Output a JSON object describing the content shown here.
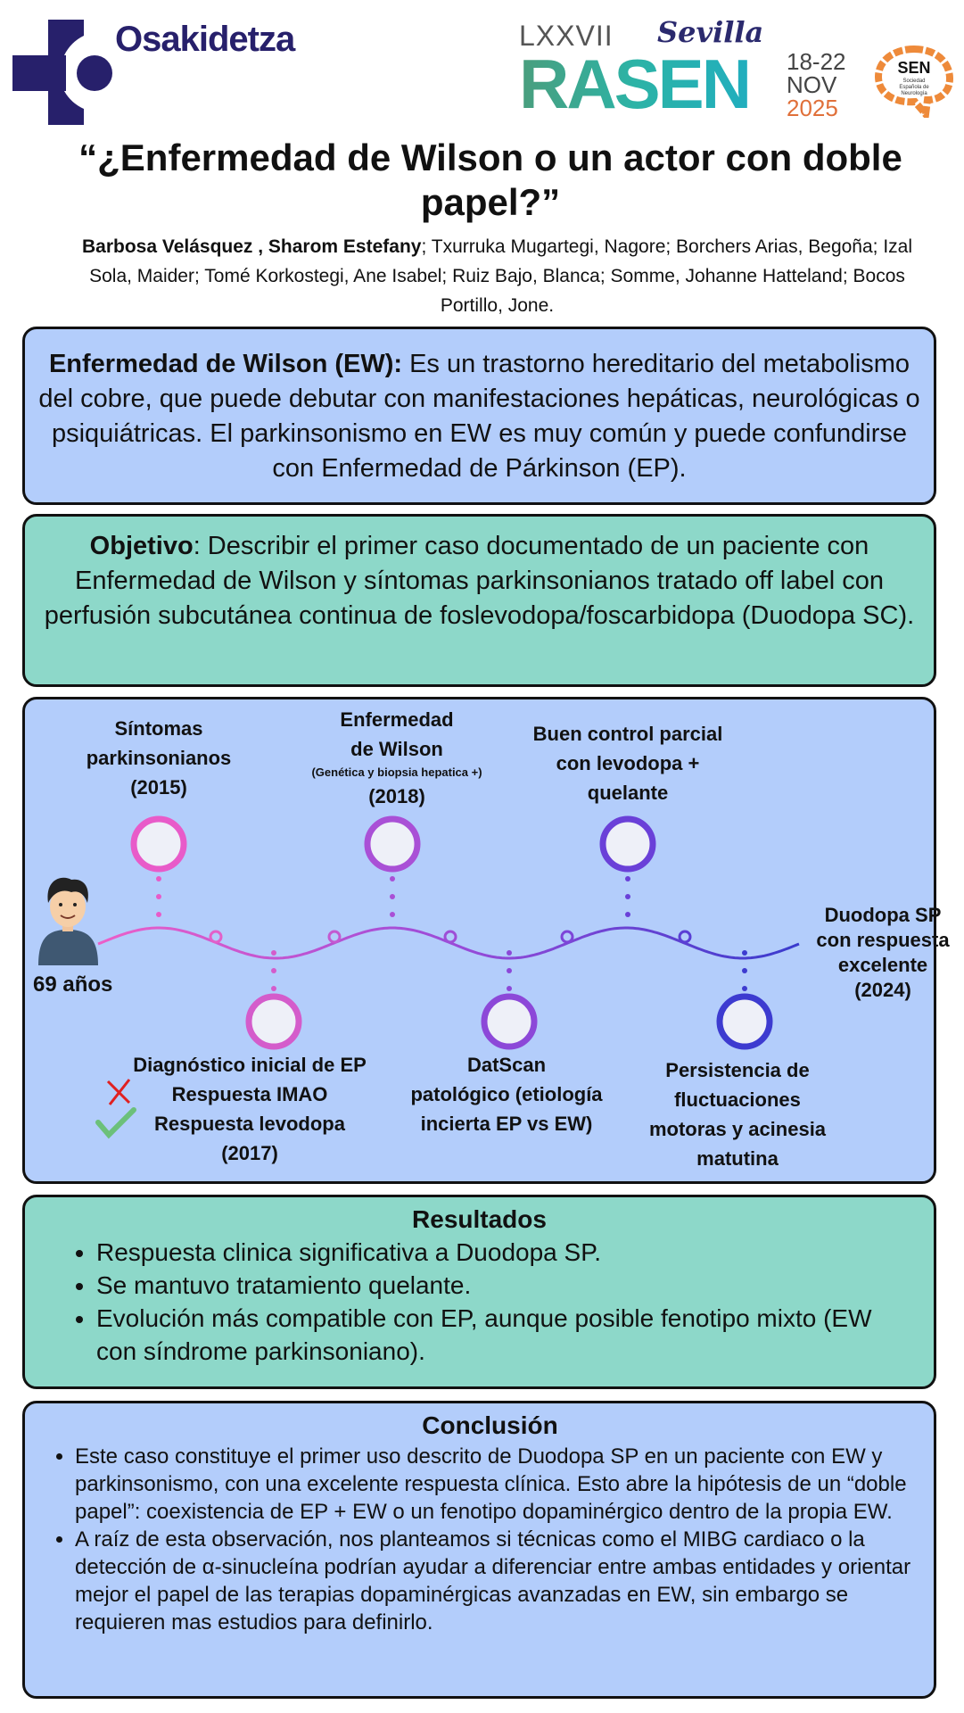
{
  "header": {
    "org_logo_text": "Osakidetza",
    "congress": {
      "edition": "LXXVII",
      "name": "RASEN",
      "city": "Sevilla",
      "dates": "18-22",
      "month": "NOV",
      "year": "2025"
    },
    "society_logo_text": "SEN",
    "society_logo_subtext": "Sociedad Española de Neurología"
  },
  "title": "“¿Enfermedad de Wilson o un actor con doble papel?”",
  "authors": {
    "main": "Barbosa Velásquez , Sharom Estefany",
    "rest": "; Txurruka Mugartegi, Nagore; Borchers Arias, Begoña; Izal Sola, Maider; Tomé Korkostegi, Ane Isabel; Ruiz Bajo, Blanca; Somme, Johanne Hatteland; Bocos Portillo, Jone."
  },
  "intro": {
    "term": "Enfermedad de Wilson (EW):",
    "text": " Es un trastorno hereditario del metabolismo del cobre, que puede debutar con manifestaciones hepáticas, neurológicas o psiquiátricas. El parkinsonismo en EW es muy común y puede confundirse con Enfermedad de Párkinson (EP)."
  },
  "objective": {
    "term": "Objetivo",
    "text": ": Describir el primer caso documentado de un paciente con Enfermedad de Wilson y síntomas parkinsonianos tratado off label con perfusión subcutánea continua de foslevodopa/foscarbidopa (Duodopa SC)."
  },
  "timeline": {
    "age_label": "69 años",
    "start_icon": "patient-avatar",
    "events": [
      {
        "lines": [
          "Síntomas",
          "parkinsonianos",
          "(2015)"
        ],
        "color": "#e85bc9"
      },
      {
        "lines": [
          "Diagnóstico inicial de EP",
          "Respuesta IMAO",
          "Respuesta levodopa",
          "(2017)"
        ],
        "color": "#d45ccb"
      },
      {
        "lines": [
          "Enfermedad",
          "de Wilson"
        ],
        "note": "(Genética y biopsia hepatica +)",
        "year": "(2018)",
        "color": "#a950d6"
      },
      {
        "lines": [
          "DatScan",
          "patológico (etiología",
          "incierta EP vs EW)"
        ],
        "color": "#8c48d8"
      },
      {
        "lines": [
          "Buen control parcial",
          "con levodopa +",
          "quelante"
        ],
        "color": "#6a40d8"
      },
      {
        "lines": [
          "Persistencia de",
          "fluctuaciones",
          "motoras y acinesia",
          "matutina"
        ],
        "color": "#3d3bd0"
      }
    ],
    "end_lines": [
      "Duodopa SP",
      "con respuesta",
      "excelente",
      "(2024)"
    ],
    "imao_icon": "cross-icon",
    "levodopa_icon": "check-icon"
  },
  "results": {
    "title": "Resultados",
    "items": [
      "Respuesta clinica significativa a Duodopa SP.",
      "Se mantuvo tratamiento quelante.",
      "Evolución más compatible con EP, aunque posible fenotipo mixto (EW con síndrome parkinsoniano)."
    ]
  },
  "conclusion": {
    "title": "Conclusión",
    "items": [
      "Este caso constituye el primer uso descrito de Duodopa SP en un paciente con EW y parkinsonismo, con una excelente respuesta clínica. Esto abre la hipótesis de un “doble papel”: coexistencia de EP + EW o un fenotipo dopaminérgico dentro de la propia EW.",
      "A raíz de esta observación, nos planteamos si técnicas como el MIBG cardiaco o la detección de α-sinucleína podrían ayudar a diferenciar entre ambas entidades y orientar mejor el papel de las terapias dopaminérgicas avanzadas en EW, sin embargo se requieren mas estudios para definirlo."
    ]
  },
  "colors": {
    "blue_box": "#b3cdfb",
    "teal_box": "#8dd8c9",
    "osakidetza": "#27206b",
    "sen_orange": "#ee8a3a"
  }
}
